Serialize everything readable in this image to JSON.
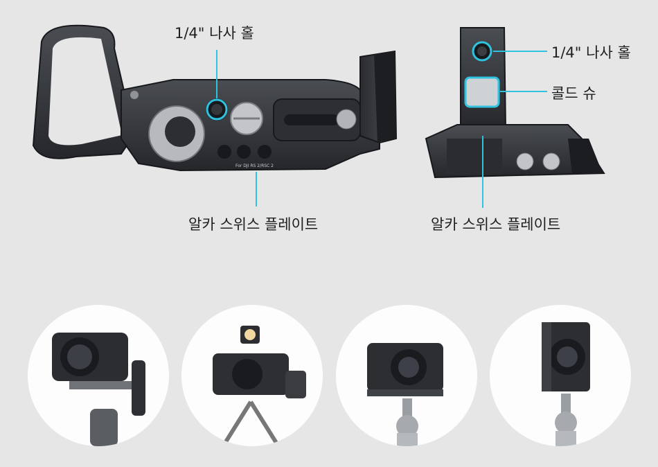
{
  "labels": {
    "left_top": "1/4\" 나사 홀",
    "left_bottom": "알카 스위스 플레이트",
    "right_top": "1/4\" 나사 홀",
    "right_mid": "콜드 슈",
    "right_bottom": "알카 스위스 플레이트"
  },
  "engraving": "For DJI RS 2/RSC 2",
  "accent_color": "#2fc3e0",
  "scenes": [
    {
      "name": "gimbal-scene"
    },
    {
      "name": "light-and-mic-scene"
    },
    {
      "name": "horizontal-tripod-scene"
    },
    {
      "name": "vertical-tripod-scene"
    }
  ]
}
